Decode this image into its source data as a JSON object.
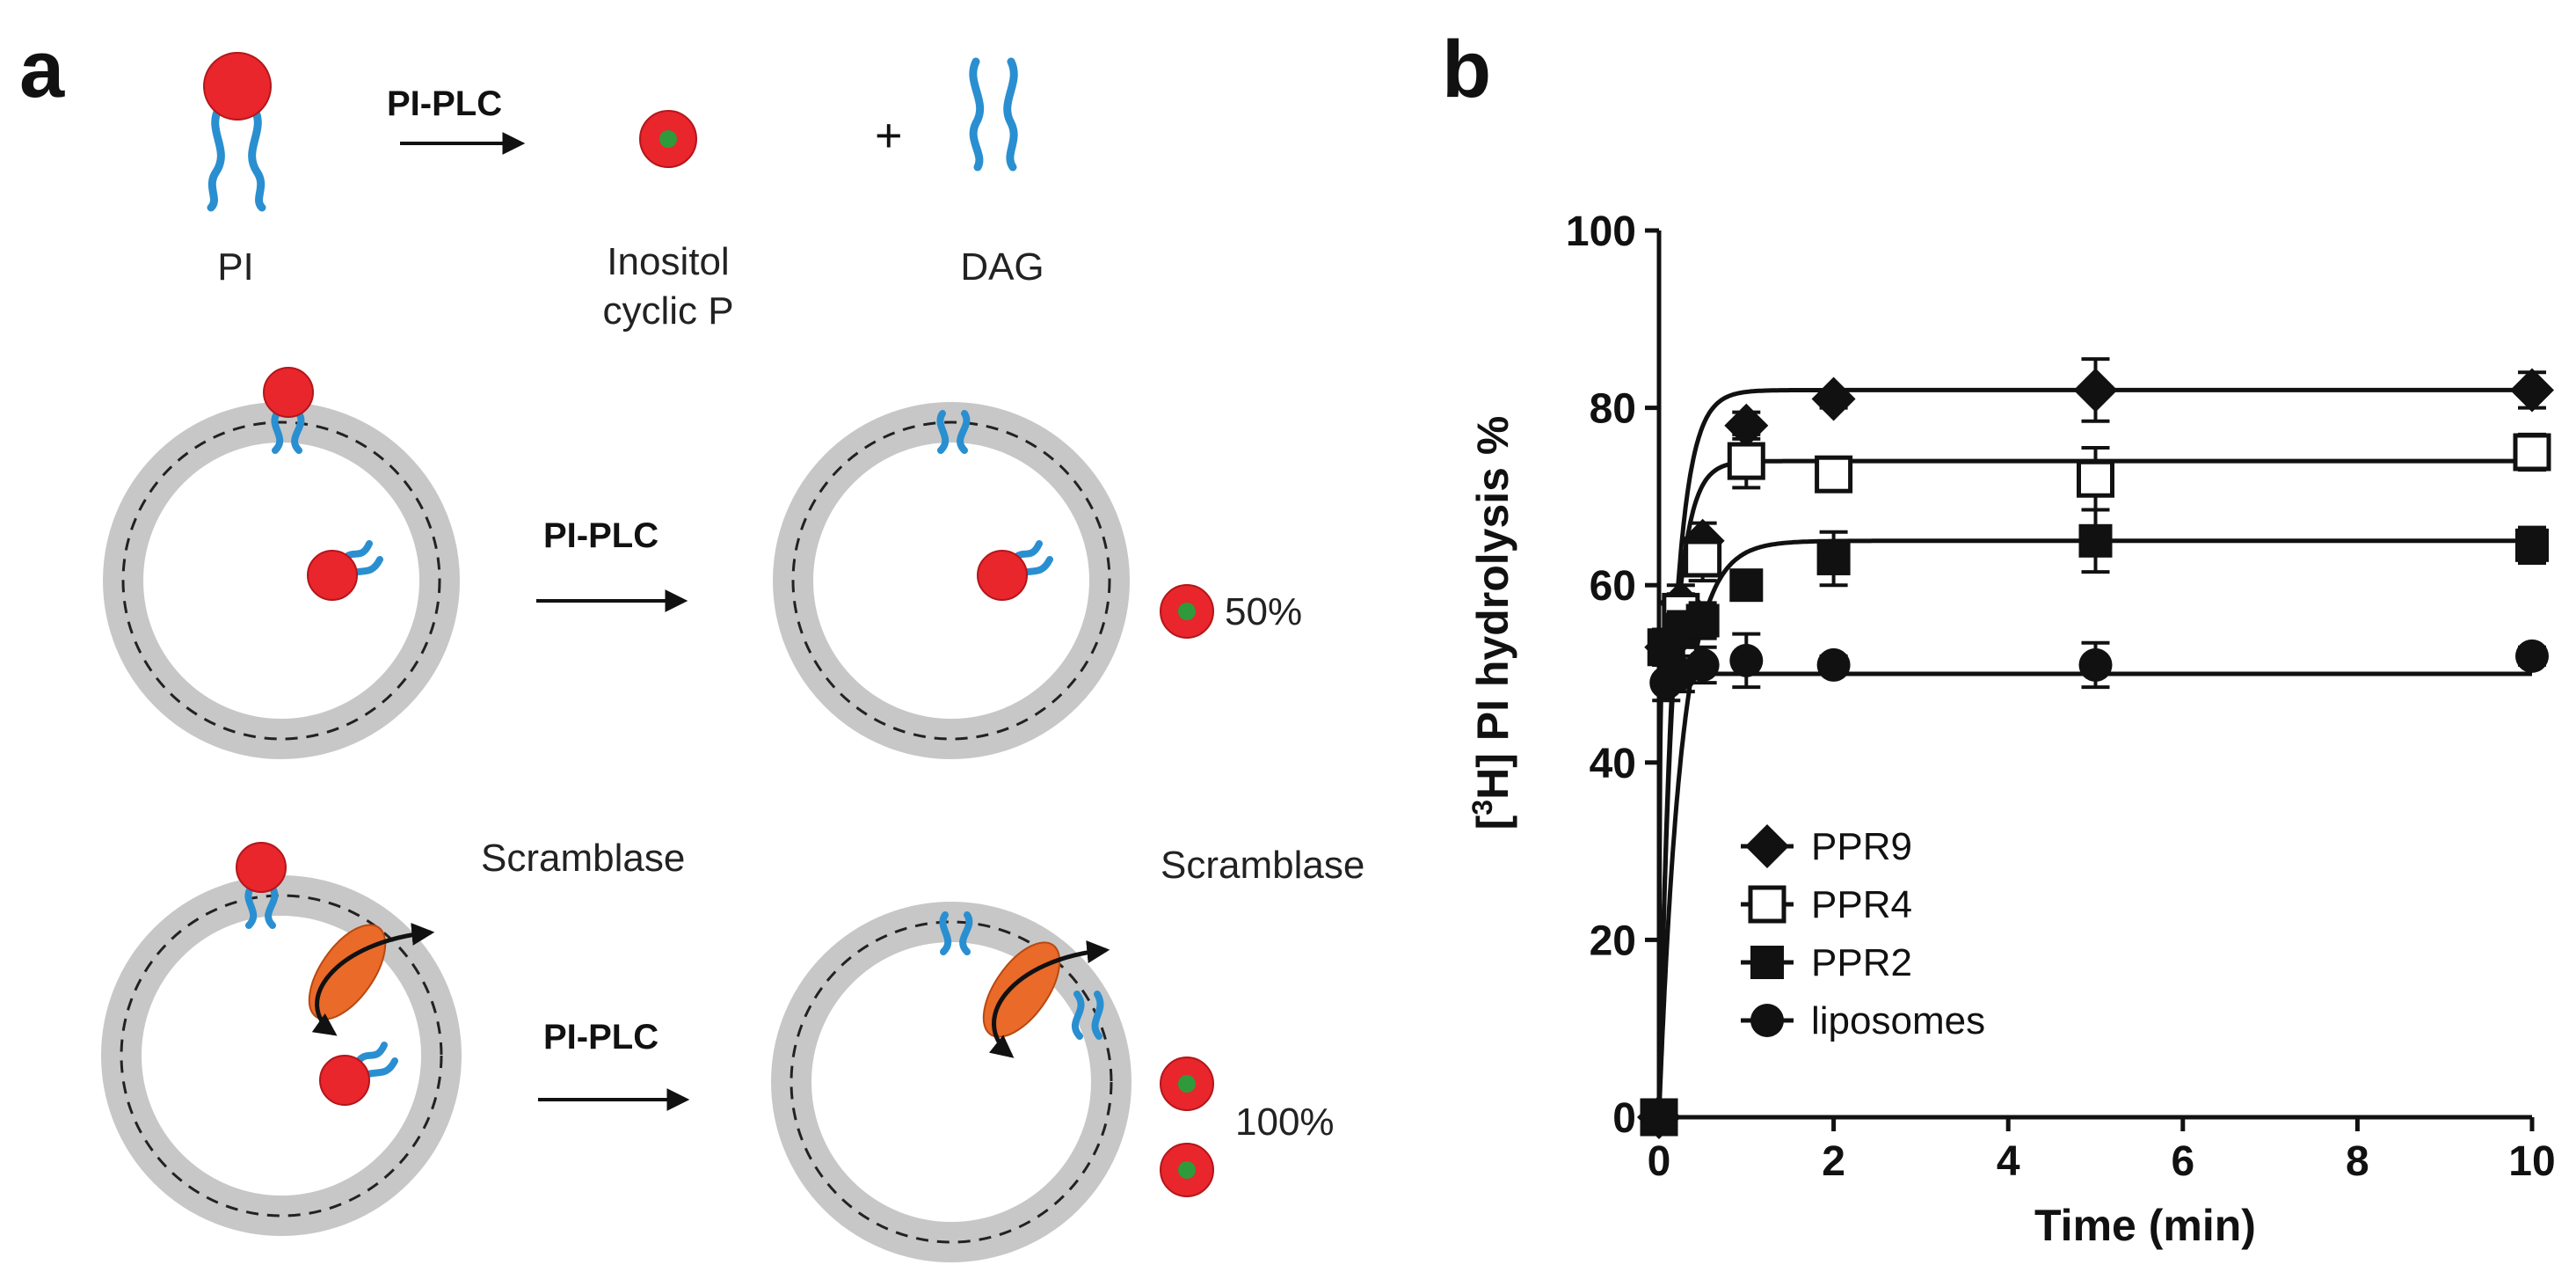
{
  "panel_a": {
    "label": "a",
    "reaction": {
      "enzyme": "PI-PLC",
      "substrate": "PI",
      "product1_line1": "Inositol",
      "product1_line2": "cyclic P",
      "plus": "+",
      "product2": "DAG"
    },
    "row1": {
      "enzyme": "PI-PLC",
      "result": "50%"
    },
    "row2": {
      "enzyme": "PI-PLC",
      "result": "100%",
      "protein_left": "Scramblase",
      "protein_right": "Scramblase"
    },
    "colors": {
      "headgroup": "#e8262b",
      "headgroup_dot": "#2e9a3c",
      "tails": "#2a8fd0",
      "membrane": "#c7c7c7",
      "scramblase": "#ea6a2a"
    }
  },
  "panel_b": {
    "label": "b"
  },
  "chart_data": {
    "type": "scatter",
    "title": "",
    "xlabel": "Time (min)",
    "ylabel_prefix": "[",
    "ylabel_sup": "3",
    "ylabel_suffix": "H] PI hydrolysis %",
    "xlim": [
      0,
      10
    ],
    "ylim": [
      0,
      100
    ],
    "xticks": [
      "0",
      "2",
      "4",
      "6",
      "8",
      "10"
    ],
    "yticks": [
      "0",
      "20",
      "40",
      "60",
      "80",
      "100"
    ],
    "grid": false,
    "legend_position": "bottom-left",
    "series": [
      {
        "name": "PPR9",
        "marker": "diamond-filled",
        "points": [
          {
            "x": 0,
            "y": 0,
            "err": 0
          },
          {
            "x": 0.083,
            "y": 53,
            "err": 2
          },
          {
            "x": 0.25,
            "y": 58,
            "err": 2
          },
          {
            "x": 0.5,
            "y": 65,
            "err": 2
          },
          {
            "x": 1,
            "y": 78,
            "err": 1.5
          },
          {
            "x": 2,
            "y": 81,
            "err": 1
          },
          {
            "x": 5,
            "y": 82,
            "err": 3.5
          },
          {
            "x": 10,
            "y": 82,
            "err": 2
          }
        ],
        "fit": {
          "plateau": 82,
          "y0": 0,
          "k": 2.0
        }
      },
      {
        "name": "PPR4",
        "marker": "square-open",
        "points": [
          {
            "x": 0,
            "y": 0,
            "err": 0
          },
          {
            "x": 0.083,
            "y": 53,
            "err": 2
          },
          {
            "x": 0.25,
            "y": 57,
            "err": 2
          },
          {
            "x": 0.5,
            "y": 63,
            "err": 2.5
          },
          {
            "x": 1,
            "y": 74,
            "err": 3
          },
          {
            "x": 2,
            "y": 72.5,
            "err": 1.5
          },
          {
            "x": 5,
            "y": 72,
            "err": 3.5
          },
          {
            "x": 10,
            "y": 75,
            "err": 2
          }
        ],
        "fit": {
          "plateau": 74,
          "y0": 0,
          "k": 2.2
        }
      },
      {
        "name": "PPR2",
        "marker": "square-filled",
        "points": [
          {
            "x": 0,
            "y": 0,
            "err": 0
          },
          {
            "x": 0.083,
            "y": 53,
            "err": 2
          },
          {
            "x": 0.25,
            "y": 55,
            "err": 2
          },
          {
            "x": 0.5,
            "y": 56,
            "err": 2
          },
          {
            "x": 1,
            "y": 60,
            "err": 1.5
          },
          {
            "x": 2,
            "y": 63,
            "err": 3
          },
          {
            "x": 5,
            "y": 65,
            "err": 3.5
          },
          {
            "x": 10,
            "y": 64.5,
            "err": 2
          }
        ],
        "fit": {
          "plateau": 65,
          "y0": 0,
          "k": 1.3
        }
      },
      {
        "name": "liposomes",
        "marker": "circle-filled",
        "points": [
          {
            "x": 0,
            "y": 0,
            "err": 0
          },
          {
            "x": 0.083,
            "y": 49,
            "err": 2
          },
          {
            "x": 0.25,
            "y": 50,
            "err": 2
          },
          {
            "x": 0.5,
            "y": 51,
            "err": 2
          },
          {
            "x": 1,
            "y": 51.5,
            "err": 3
          },
          {
            "x": 2,
            "y": 51,
            "err": 1
          },
          {
            "x": 5,
            "y": 51,
            "err": 2.5
          },
          {
            "x": 10,
            "y": 52,
            "err": 1
          }
        ],
        "fit": {
          "plateau": 50,
          "y0": 0,
          "k": 40
        }
      }
    ]
  }
}
